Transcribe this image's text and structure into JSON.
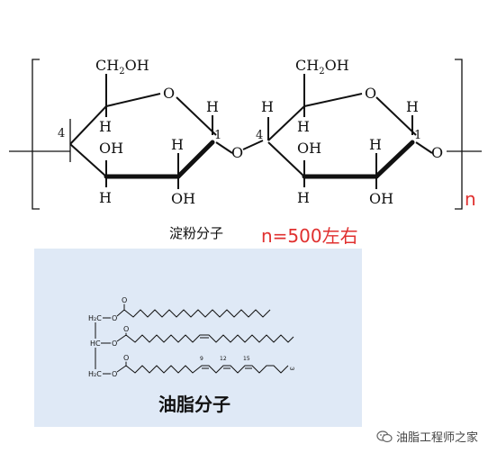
{
  "starch": {
    "ch2oh_left": "CH",
    "ch2oh_sub": "2",
    "ch2oh_tail": "OH",
    "o": "O",
    "h": "H",
    "oh": "OH",
    "c4": "4",
    "c1": "1",
    "repeat_n": "n",
    "caption": "淀粉分子",
    "degree_note": "n=500左右"
  },
  "lipid": {
    "h2c_top": "H₂C",
    "hc_mid": "HC",
    "h2c_bot": "H₂C",
    "o": "O",
    "pos9": "9",
    "pos12": "12",
    "pos15": "15",
    "omega": "ω",
    "caption": "油脂分子"
  },
  "colors": {
    "accent_red": "#e0302f",
    "panel_bg": "#dfe9f6"
  },
  "watermark": {
    "text": "油脂工程师之家",
    "icon": "wechat-icon"
  }
}
